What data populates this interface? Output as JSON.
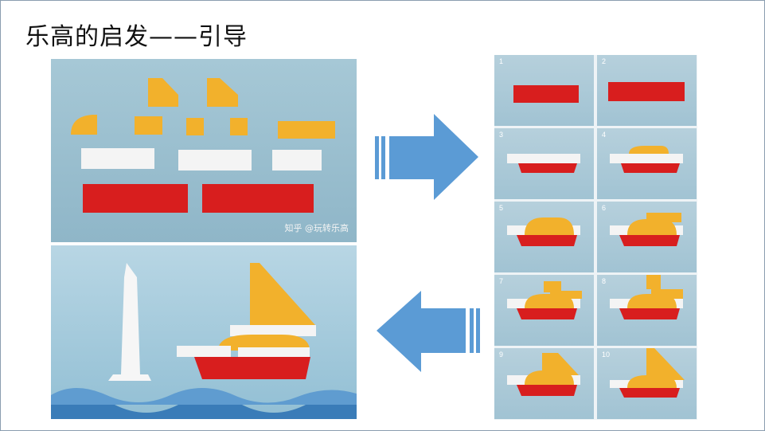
{
  "slide": {
    "title": "乐高的启发——引导"
  },
  "top_left_photo": {
    "watermark": "知乎 @玩转乐高"
  },
  "steps": [
    "1",
    "2",
    "3",
    "4",
    "5",
    "6",
    "7",
    "8",
    "9",
    "10"
  ],
  "colors": {
    "red": "#d81e1e",
    "yellow": "#f2b12c",
    "white": "#f4f4f4",
    "arrow": "#5b9bd5"
  }
}
